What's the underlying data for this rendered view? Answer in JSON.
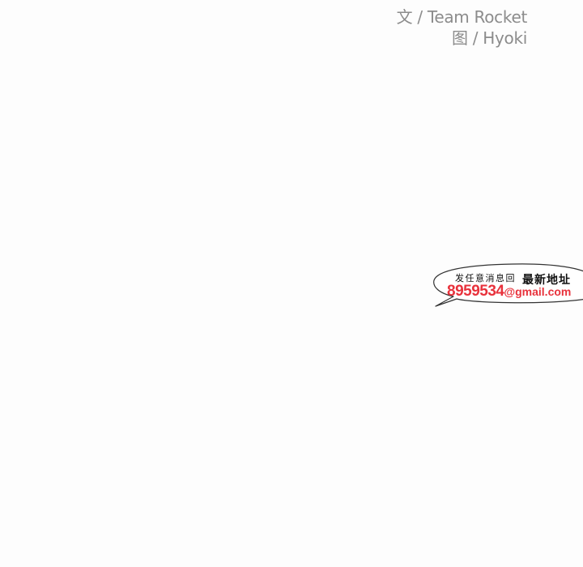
{
  "credits": {
    "writer": "文 / Team Rocket",
    "artist": "图 / Hyoki"
  },
  "bubble": {
    "line1_small": "发任意消息回",
    "line1_bold": "最新地址",
    "email_number": "8959534",
    "email_domain": "@gmail.com",
    "email_color": "#e8323c"
  }
}
